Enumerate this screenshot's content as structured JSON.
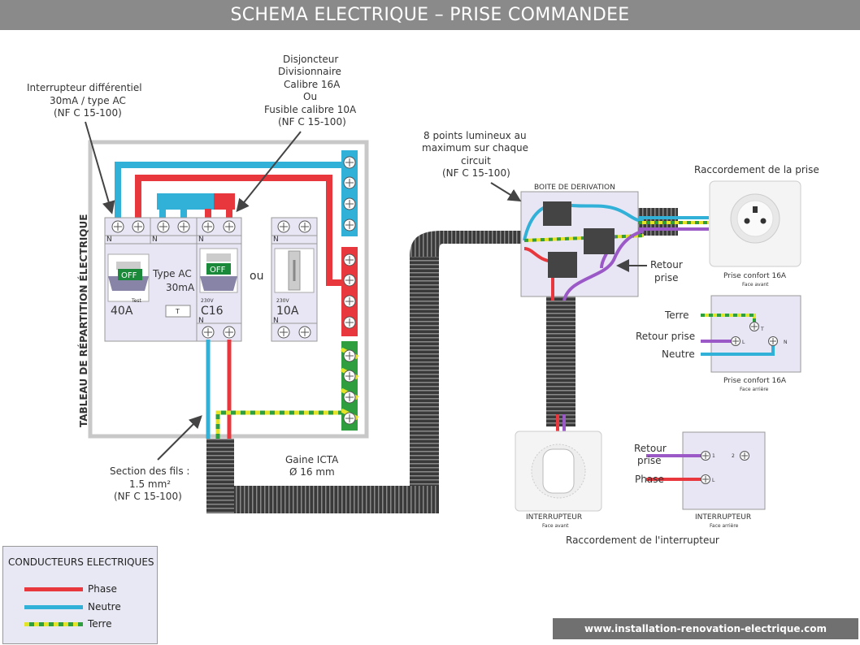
{
  "title": "SCHEMA ELECTRIQUE – PRISE COMMANDEE",
  "panel_label": "TABLEAU DE RÉPARTITION ÉLECTRIQUE",
  "annotations": {
    "rcd": [
      "Interrupteur différentiel",
      "30mA / type AC",
      "(NF C 15-100)"
    ],
    "breaker": [
      "Disjoncteur",
      "Divisionnaire",
      "Calibre 16A",
      "Ou",
      "Fusible calibre 10A",
      "(NF C 15-100)"
    ],
    "points": [
      "8 points lumineux au",
      "maximum sur chaque",
      "circuit",
      "(NF C 15-100)"
    ],
    "section": [
      "Section des fils :",
      "1.5 mm²",
      "(NF C 15-100)"
    ],
    "gaine": [
      "Gaine ICTA",
      "Ø 16 mm"
    ],
    "retour_prise": [
      "Retour",
      "prise"
    ]
  },
  "rcd": {
    "type": "Type AC",
    "sensitivity": "30mA",
    "rating": "40A",
    "state": "OFF",
    "test": "Test",
    "t": "T",
    "n": "N"
  },
  "breaker": {
    "rating": "C16",
    "voltage": "230V",
    "state": "OFF",
    "n": "N"
  },
  "or_label": "ou",
  "fuse": {
    "rating": "10A",
    "voltage": "230V",
    "n": "N"
  },
  "junction_box": "BOITE DE DERIVATION",
  "socket": {
    "heading": "Raccordement de la prise",
    "front_label": "Prise confort 16A",
    "front_sub": "Face avant",
    "back_label": "Prise confort 16A",
    "back_sub": "Face arrière",
    "wire_terre": "Terre",
    "wire_retour": "Retour prise",
    "wire_neutre": "Neutre",
    "term_t": "T",
    "term_l": "L",
    "term_n": "N"
  },
  "switch": {
    "front_label": "INTERRUPTEUR",
    "front_sub": "Face avant",
    "back_label": "INTERRUPTEUR",
    "back_sub": "Face arrière",
    "wire_retour": [
      "Retour",
      "prise"
    ],
    "wire_phase": "Phase",
    "term_1": "1",
    "term_2": "2",
    "term_l": "L",
    "heading": "Raccordement de l'interrupteur"
  },
  "legend": {
    "title": "CONDUCTEURS ELECTRIQUES",
    "items": [
      {
        "label": "Phase",
        "color": "#e8383d"
      },
      {
        "label": "Neutre",
        "color": "#31b0d8"
      },
      {
        "label": "Terre",
        "color": "#d8e03a"
      }
    ]
  },
  "website": "www.installation-renovation-electrique.com",
  "colors": {
    "phase": "#e8383d",
    "neutre": "#31b0d8",
    "terre_yellow": "#e3e32a",
    "terre_green": "#2e9e3e",
    "retour": "#9b59c8",
    "panel": "#e8e6f4",
    "gaine": "#2b2b2b"
  }
}
